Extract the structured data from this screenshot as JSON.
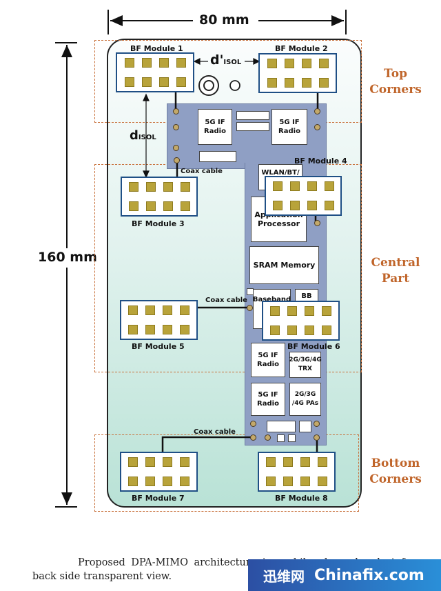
{
  "dimensions": {
    "width": "80 mm",
    "height": "160 mm"
  },
  "isolation": {
    "horizontal_main": "d'",
    "horizontal_sub": "ISOL",
    "vertical_main": "d",
    "vertical_sub": "ISOL"
  },
  "regions": {
    "top": "Top Corners",
    "central": "Central Part",
    "bottom": "Bottom Corners"
  },
  "modules": {
    "m1": "BF Module 1",
    "m2": "BF Module 2",
    "m3": "BF Module 3",
    "m4": "BF Module 4",
    "m5": "BF Module 5",
    "m6": "BF Module 6",
    "m7": "BF Module 7",
    "m8": "BF Module 8"
  },
  "chips": {
    "if_radio_top_left": "5G IF Radio",
    "if_radio_top_right": "5G IF Radio",
    "wlan": "WLAN/BT/",
    "app_processor": "Application Processor",
    "sram": "SRAM Memory",
    "baseband": "Baseband Pr",
    "bb": "BB",
    "if_radio_mid": "5G IF Radio",
    "if_radio_low": "5G IF Radio",
    "trx": "2G/3G/4G TRX",
    "pas": "2G/3G /4G PAs"
  },
  "cables": {
    "c3": "Coax cable",
    "c5": "Coax cable",
    "c7": "Coax cable"
  },
  "caption": "Proposed DPA-MIMO architecture in mobile phone handset from back side transparent view.",
  "watermark": {
    "cn": "迅维网",
    "en": "Chinafix.com"
  },
  "colors": {
    "board": "#8f9fc4",
    "module_border": "#1f4f85",
    "element": "#b8a33a",
    "region": "#c0652a",
    "phone_fill": "#b9e2d6"
  }
}
